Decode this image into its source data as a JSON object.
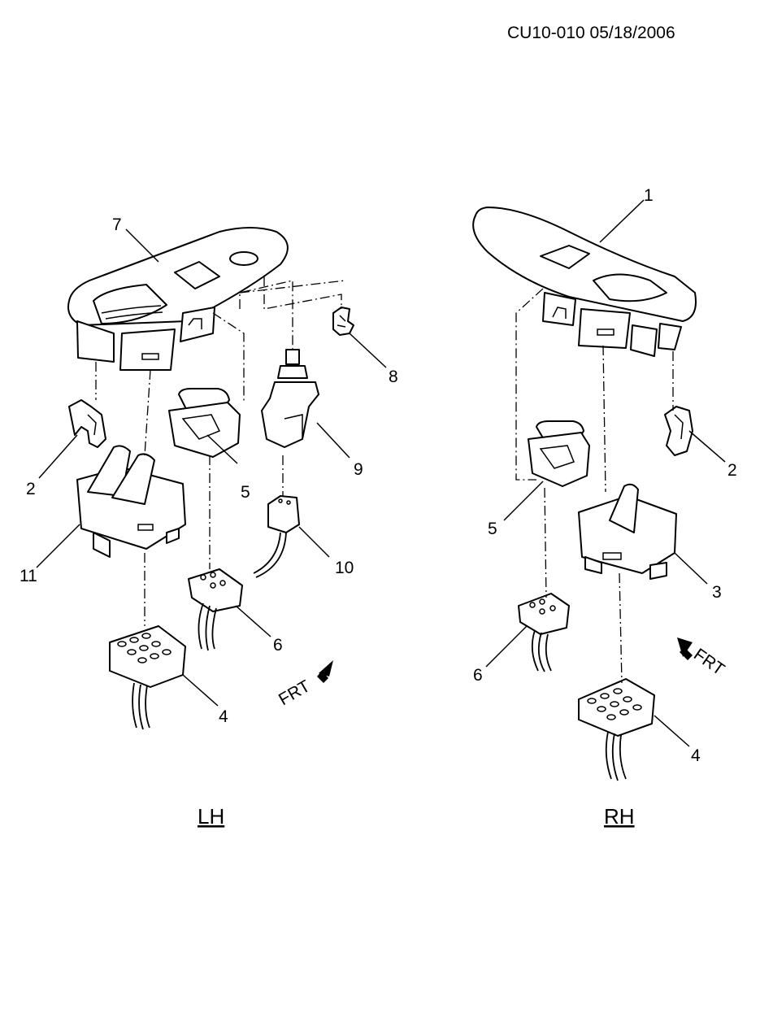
{
  "header": {
    "code": "CU10-010  05/18/2006"
  },
  "lh": {
    "label": "LH",
    "callouts": [
      "7",
      "8",
      "9",
      "10",
      "2",
      "5",
      "11",
      "6",
      "4"
    ],
    "frt": "FRT"
  },
  "rh": {
    "label": "RH",
    "callouts": [
      "1",
      "2",
      "5",
      "3",
      "6",
      "4"
    ],
    "frt": "FRT"
  },
  "colors": {
    "ink": "#000000",
    "paper": "#ffffff",
    "shade": "#555555"
  }
}
